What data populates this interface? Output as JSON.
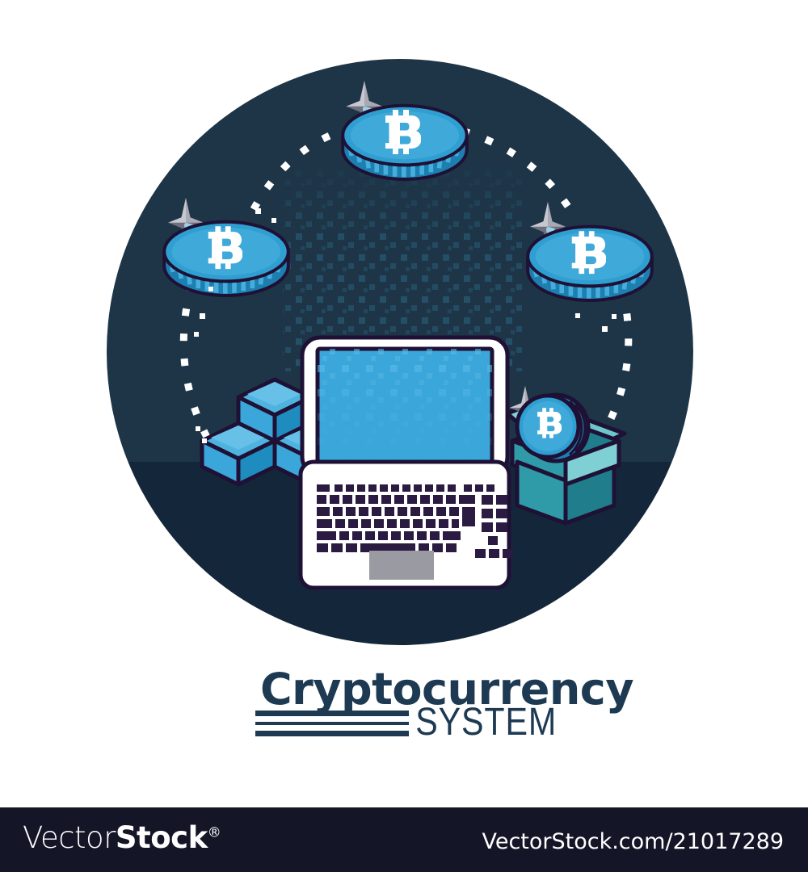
{
  "artwork": {
    "title_line1": "Cryptocurrency",
    "title_line2": "SYSTEM",
    "currency_symbol": "Ƀ",
    "palette": {
      "background": "#ffffff",
      "circle_upper": "#1d3547",
      "circle_lower": "#14263a",
      "outline_dark": "#1f1135",
      "coin_face_light": "#4fb3e0",
      "coin_face_mid": "#2f9ed1",
      "coin_face_dark": "#1f8cc0",
      "coin_edge": "#1c7fb0",
      "coin_symbol": "#ffffff",
      "sparkle_light": "#c9c9d2",
      "sparkle_dark": "#6b6b79",
      "cube_top": "#4fb3e0",
      "cube_left": "#3aa6da",
      "cube_right": "#1f8cc0",
      "laptop_body": "#ffffff",
      "laptop_screen": "#3aa6da",
      "laptop_screen_pixel": "#58b7e3",
      "laptop_key": "#2b1a42",
      "laptop_trackpad": "#9a9aa2",
      "box_flap_light": "#7fd0d4",
      "box_front": "#2f9aa8",
      "box_side": "#1f7d8c",
      "dot_white": "#ffffff",
      "title_text": "#1d3a52",
      "footer_bar": "#141627",
      "footer_text": "#ffffff"
    },
    "elements": {
      "circle_label": "dark-circular-backdrop",
      "coin_count": 3,
      "coin_positions": [
        "top-center",
        "left",
        "right"
      ],
      "cube_count": 3,
      "laptop_label": "open-laptop-computer",
      "box_label": "open-cardboard-box-with-bitcoin",
      "dotted_arc_label": "dotted-connection-network"
    }
  },
  "footer": {
    "logo_light": "Vector",
    "logo_bold": "Stock",
    "logo_registered": "®",
    "url": "VectorStock.com/21017289"
  }
}
